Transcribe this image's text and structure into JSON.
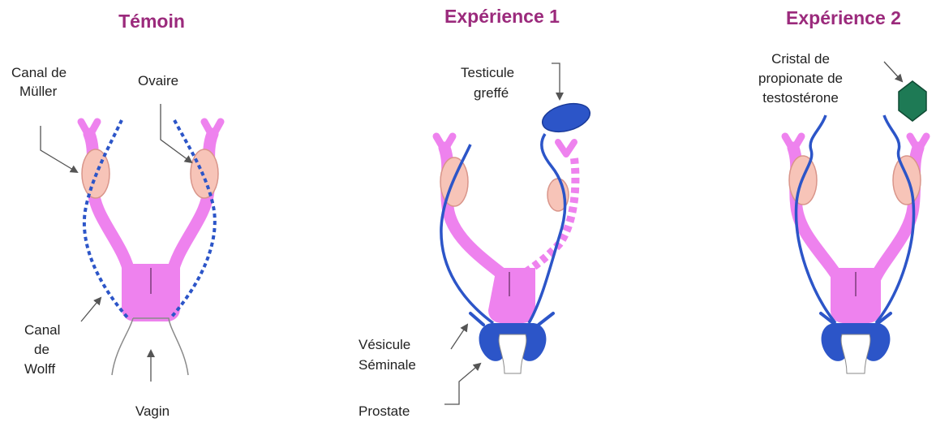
{
  "panels": [
    {
      "title": "Témoin",
      "labels": {
        "canal_muller_1": "Canal de",
        "canal_muller_2": "Müller",
        "ovaire": "Ovaire",
        "canal_wolff_1": "Canal",
        "canal_wolff_2": "de",
        "canal_wolff_3": "Wolff",
        "vagin": "Vagin"
      }
    },
    {
      "title": "Expérience 1",
      "labels": {
        "testicule_1": "Testicule",
        "testicule_2": "greffé",
        "vesicule_1": "Vésicule",
        "vesicule_2": "Séminale",
        "prostate": "Prostate"
      }
    },
    {
      "title": "Expérience 2",
      "labels": {
        "cristal_1": "Cristal de",
        "cristal_2": "propionate de",
        "cristal_3": "testostérone"
      }
    }
  ],
  "colors": {
    "title": "#9b2a7c",
    "muller": "#ee82ee",
    "wolff": "#2c55c8",
    "ovary": "#f7c4b8",
    "ovary_outline": "#d9958a",
    "crystal": "#1e7a55",
    "outline": "#8a8a8a"
  }
}
